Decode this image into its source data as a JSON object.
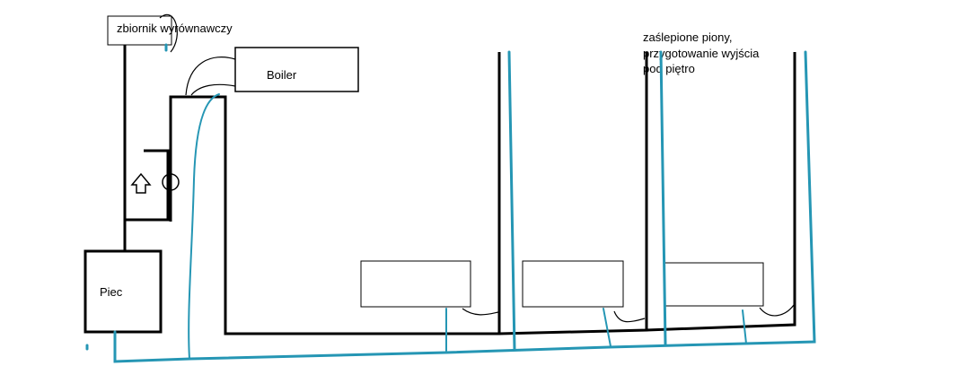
{
  "labels": {
    "expansion_tank": "zbiornik wyrównawczy",
    "boiler": "Boiler",
    "furnace": "Piec",
    "note_line1": "zaślepione piony,",
    "note_line2": "przygotowanie wyjścia",
    "note_line3": "pod piętro"
  },
  "colors": {
    "supply_line": "#000000",
    "return_line": "#2596b4"
  },
  "icons": {
    "pump": "circle-pump-icon",
    "flow_arrow": "up-arrow-icon"
  }
}
